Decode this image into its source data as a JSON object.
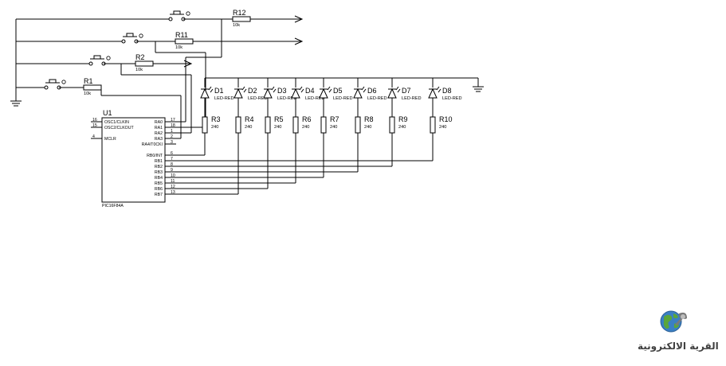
{
  "mcu": {
    "ref": "U1",
    "part": "PIC16F84A",
    "left_pins": [
      {
        "num": "16",
        "name": "OSC1/CLKIN"
      },
      {
        "num": "15",
        "name": "OSC2/CLKOUT"
      },
      {
        "num": "4",
        "name": "MCLR"
      }
    ],
    "right_pins": [
      {
        "num": "17",
        "name": "RA0"
      },
      {
        "num": "18",
        "name": "RA1"
      },
      {
        "num": "1",
        "name": "RA2"
      },
      {
        "num": "2",
        "name": "RA3"
      },
      {
        "num": "3",
        "name": "RA4/T0CKI"
      },
      {
        "num": "6",
        "name": "RB0/INT"
      },
      {
        "num": "7",
        "name": "RB1"
      },
      {
        "num": "8",
        "name": "RB2"
      },
      {
        "num": "9",
        "name": "RB3"
      },
      {
        "num": "10",
        "name": "RB4"
      },
      {
        "num": "11",
        "name": "RB5"
      },
      {
        "num": "12",
        "name": "RB6"
      },
      {
        "num": "13",
        "name": "RB7"
      }
    ]
  },
  "input_resistors": [
    {
      "ref": "R1",
      "value": "10k"
    },
    {
      "ref": "R2",
      "value": "10k"
    },
    {
      "ref": "R11",
      "value": "10k"
    },
    {
      "ref": "R12",
      "value": "10k"
    }
  ],
  "leds": [
    {
      "ref": "D1",
      "type": "LED-RED"
    },
    {
      "ref": "D2",
      "type": "LED-RED"
    },
    {
      "ref": "D3",
      "type": "LED-RED"
    },
    {
      "ref": "D4",
      "type": "LED-RED"
    },
    {
      "ref": "D5",
      "type": "LED-RED"
    },
    {
      "ref": "D6",
      "type": "LED-RED"
    },
    {
      "ref": "D7",
      "type": "LED-RED"
    },
    {
      "ref": "D8",
      "type": "LED-RED"
    }
  ],
  "led_resistors": [
    {
      "ref": "R3",
      "value": "240"
    },
    {
      "ref": "R4",
      "value": "240"
    },
    {
      "ref": "R5",
      "value": "240"
    },
    {
      "ref": "R6",
      "value": "240"
    },
    {
      "ref": "R7",
      "value": "240"
    },
    {
      "ref": "R8",
      "value": "240"
    },
    {
      "ref": "R9",
      "value": "240"
    },
    {
      "ref": "R10",
      "value": "240"
    }
  ],
  "logo": {
    "text": "القرية الالكترونية",
    "icon": "globe-wrench-icon",
    "colors": {
      "globe_blue": "#3a7fc4",
      "globe_green": "#5aa63a",
      "gear": "#7a7a7a"
    }
  }
}
